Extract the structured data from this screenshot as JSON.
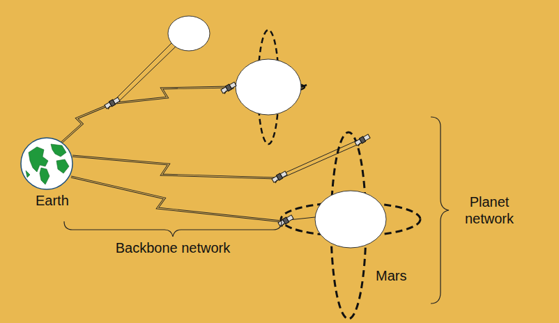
{
  "diagram": {
    "nodes": [
      {
        "text": [
          "Earth"
        ]
      },
      {
        "text": [
          "Mars"
        ]
      }
    ],
    "labels": [
      "Backbone network",
      "Planet network"
    ]
  }
}
